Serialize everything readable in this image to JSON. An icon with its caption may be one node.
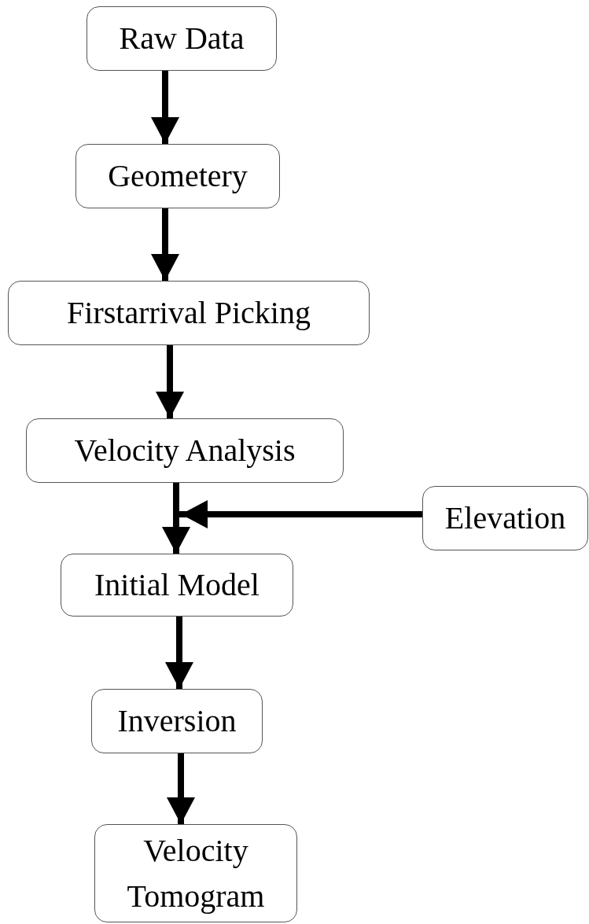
{
  "diagram": {
    "nodes": [
      {
        "text": [
          "Raw Data"
        ]
      },
      {
        "text": [
          "Geometery"
        ]
      },
      {
        "text": [
          "Firstarrival Picking"
        ]
      },
      {
        "text": [
          "Velocity Analysis"
        ]
      },
      {
        "text": [
          "Initial Model"
        ]
      },
      {
        "text": [
          "Inversion"
        ]
      },
      {
        "text": [
          "Velocity Tomogram"
        ]
      },
      {
        "text": [
          "Elevation"
        ]
      }
    ],
    "edges": [
      {
        "from": 0,
        "to": 1,
        "arrow": "to"
      },
      {
        "from": 1,
        "to": 2,
        "arrow": "to"
      },
      {
        "from": 2,
        "to": 3,
        "arrow": "to"
      },
      {
        "from": 3,
        "to": 4,
        "arrow": "to"
      },
      {
        "from": 4,
        "to": 5,
        "arrow": "to"
      },
      {
        "from": 5,
        "to": 6,
        "arrow": "to"
      },
      {
        "from": 7,
        "to": 4,
        "arrow": "to"
      }
    ]
  }
}
